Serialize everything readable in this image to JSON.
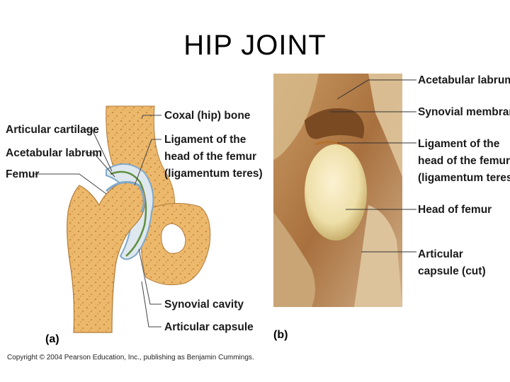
{
  "title": "HIP JOINT",
  "panel_a": {
    "tag": "(a)",
    "labels": {
      "articular_cartilage": "Articular cartilage",
      "acetabular_labrum": "Acetabular labrum",
      "femur": "Femur",
      "coxal_bone": "Coxal (hip) bone",
      "ligament_line1": "Ligament of the",
      "ligament_line2": "head of the femur",
      "ligament_line3": "(ligamentum teres)",
      "synovial_cavity": "Synovial cavity",
      "articular_capsule": "Articular capsule"
    }
  },
  "panel_b": {
    "tag": "(b)",
    "labels": {
      "acetabular_labrum": "Acetabular labrum",
      "synovial_membrane": "Synovial membrane",
      "ligament_line1": "Ligament of the",
      "ligament_line2": "head of the femur",
      "ligament_line3": "(ligamentum teres)",
      "head_of_femur": "Head of femur",
      "capsule_line1": "Articular",
      "capsule_line2": "capsule (cut)"
    }
  },
  "copyright": "Copyright © 2004 Pearson Education, Inc., publishing as Benjamin Cummings.",
  "colors": {
    "bone": "#e9b366",
    "bone_light": "#f3cf8c",
    "cartilage": "#7fa9c9",
    "synovial": "#5e8f3e",
    "photo_bg": "#b07a45"
  }
}
